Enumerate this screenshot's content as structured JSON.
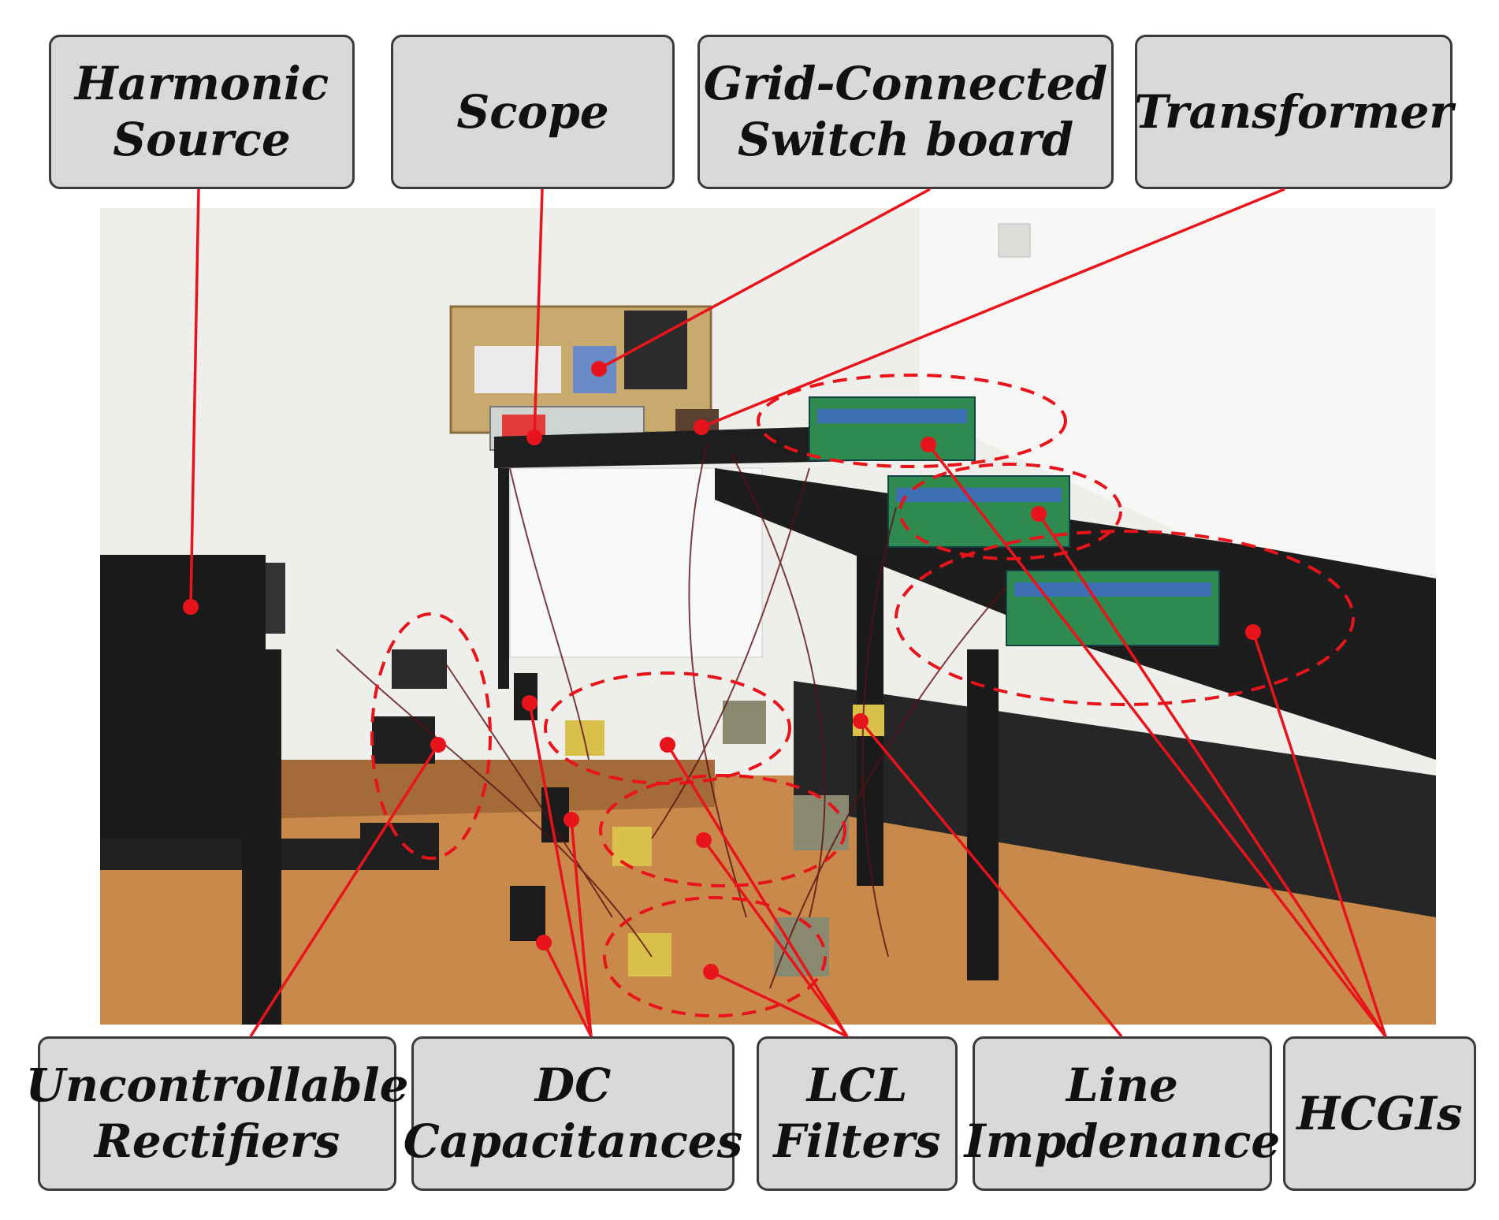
{
  "figure": {
    "labels": {
      "harmonic_source": "Harmonic\nSource",
      "scope": "Scope",
      "switch_board": "Grid-Connected\nSwitch board",
      "transformer": "Transformer",
      "rectifiers": "Uncontrollable\nRectifiers",
      "dc_capacitances": "DC\nCapacitances",
      "lcl_filters": "LCL\nFilters",
      "line_impedance": "Line\nImpdenance",
      "hcgis": "HCGIs"
    },
    "colors": {
      "annotation": "#e8141b",
      "box_fill": "#d9d9d9",
      "box_border": "#3a3a3a"
    }
  }
}
